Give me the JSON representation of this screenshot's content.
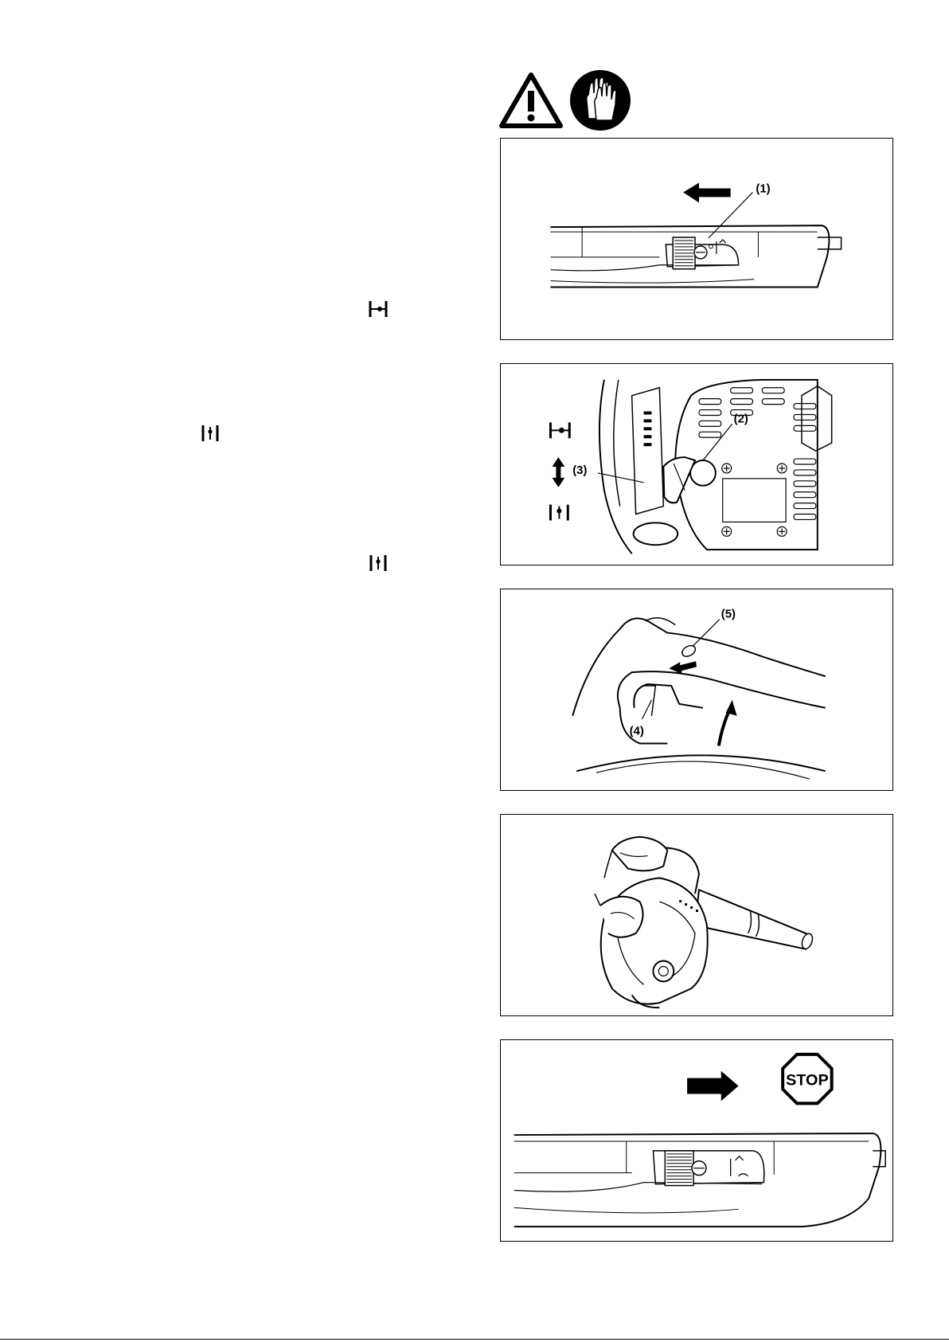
{
  "symbols": {
    "warning": "warning-triangle-icon",
    "gloves": "wear-gloves-icon",
    "choke_closed": "choke-closed-symbol",
    "choke_open": "choke-open-symbol"
  },
  "panels": [
    {
      "id": "stop-switch-start",
      "callouts": [
        "(1)"
      ]
    },
    {
      "id": "choke-lever",
      "callouts": [
        "(2)",
        "(3)"
      ]
    },
    {
      "id": "throttle-trigger",
      "callouts": [
        "(5)",
        "(4)"
      ]
    },
    {
      "id": "operator-holding-blower",
      "callouts": []
    },
    {
      "id": "stop-switch-stop",
      "callouts": [],
      "sign": "STOP"
    }
  ]
}
